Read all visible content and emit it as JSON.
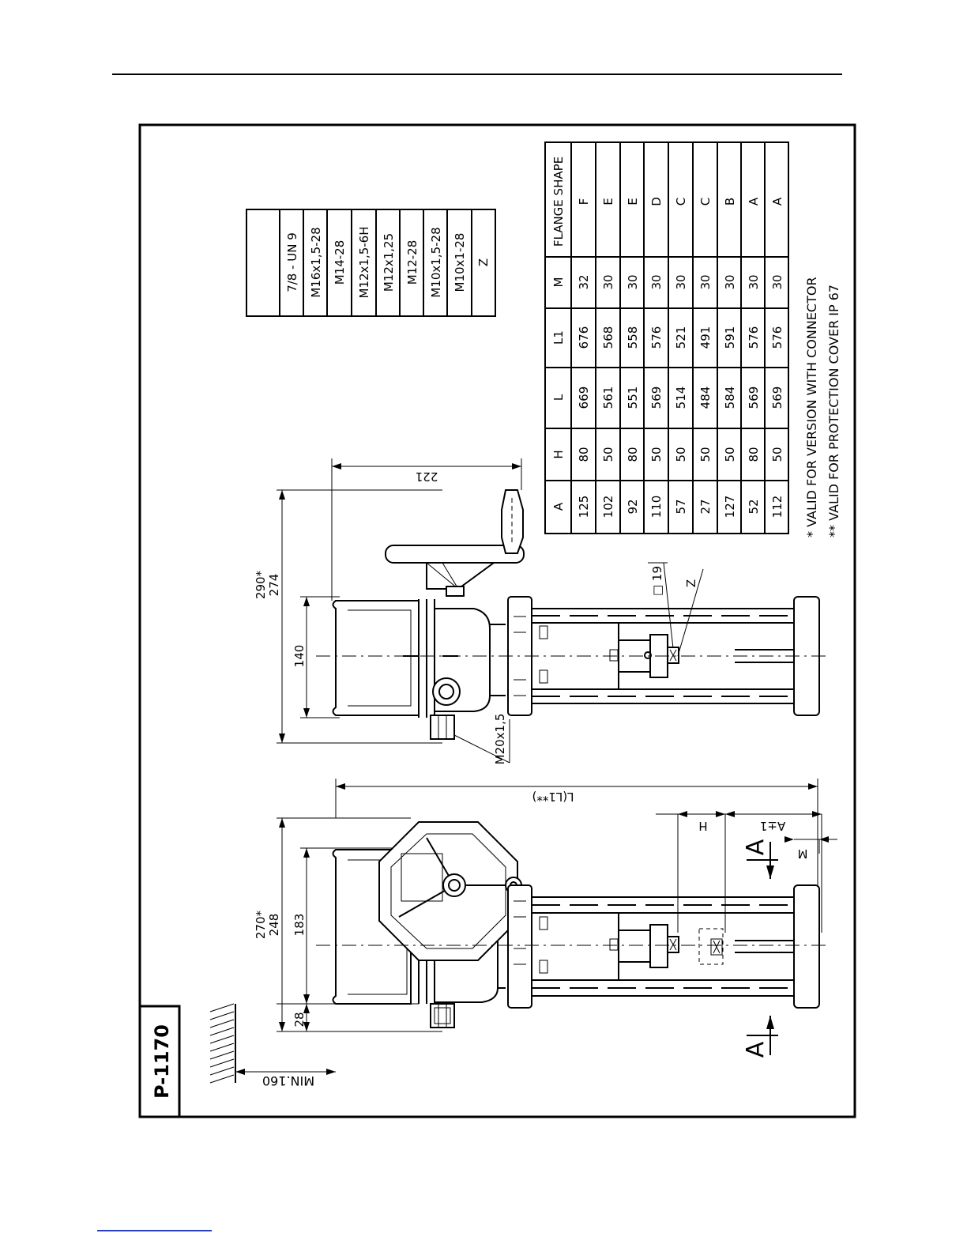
{
  "drawing": {
    "title": "P-1170",
    "clearance_label": "MIN.160",
    "dimensions": {
      "d28": "28",
      "d183": "183",
      "d270": "270*",
      "d248": "248",
      "d140": "140",
      "d290": "290*",
      "d274": "274",
      "d221": "221",
      "dL": "L(L1**)",
      "dH": "H",
      "dA": "A±1",
      "dM": "M",
      "sq19": "□ 19",
      "zlabel": "Z",
      "cable": "M20x1,5",
      "sectionA_top": "A",
      "sectionA_bottom": "A"
    },
    "thread_table": {
      "rows": [
        "7/8 - UN 9",
        "M16x1,5-28",
        "M14-28",
        "M12x1,5-6H",
        "M12x1,25",
        "M12-28",
        "M10x1,5-28",
        "M10x1-28",
        "Z"
      ]
    },
    "flange_table": {
      "headers": [
        "A",
        "H",
        "L",
        "L1",
        "M",
        "FLANGE SHAPE"
      ],
      "rows": [
        [
          "125",
          "80",
          "669",
          "676",
          "32",
          "F"
        ],
        [
          "102",
          "50",
          "561",
          "568",
          "30",
          "E"
        ],
        [
          "92",
          "80",
          "551",
          "558",
          "30",
          "E"
        ],
        [
          "110",
          "50",
          "569",
          "576",
          "30",
          "D"
        ],
        [
          "57",
          "50",
          "514",
          "521",
          "30",
          "C"
        ],
        [
          "27",
          "50",
          "484",
          "491",
          "30",
          "C"
        ],
        [
          "127",
          "50",
          "584",
          "591",
          "30",
          "B"
        ],
        [
          "52",
          "80",
          "569",
          "576",
          "30",
          "A"
        ],
        [
          "112",
          "50",
          "569",
          "576",
          "30",
          "A"
        ]
      ]
    },
    "notes": {
      "note1": "* VALID FOR VERSION WITH CONNECTOR",
      "note2": "** VALID FOR PROTECTION COVER IP 67"
    }
  }
}
